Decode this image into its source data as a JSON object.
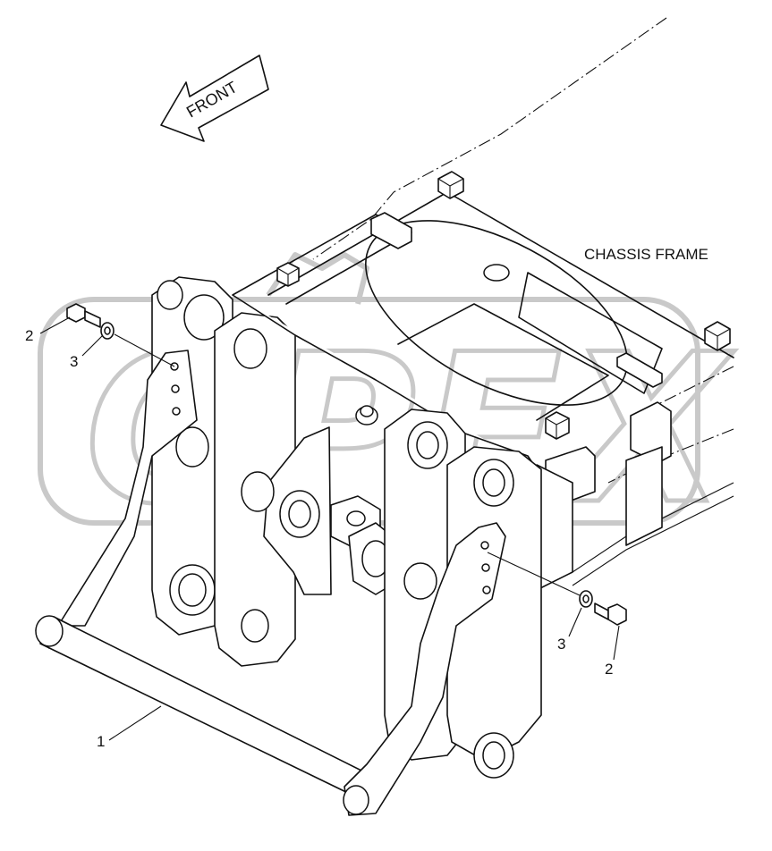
{
  "diagram": {
    "watermark_text": "OPEX",
    "direction_label": "FRONT",
    "chassis_label": "CHASSIS FRAME",
    "callouts": [
      {
        "id": "left-2",
        "label": "2"
      },
      {
        "id": "left-3",
        "label": "3"
      },
      {
        "id": "right-3",
        "label": "3"
      },
      {
        "id": "right-2",
        "label": "2"
      },
      {
        "id": "part-1",
        "label": "1"
      }
    ]
  }
}
